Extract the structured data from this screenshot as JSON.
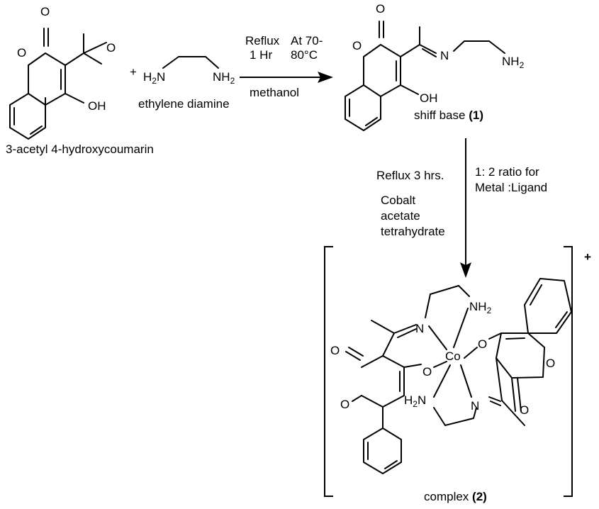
{
  "reactants": {
    "coumarin_name": "3-acetyl 4-hydroxycoumarin",
    "plus": "+",
    "diamine_name": "ethylene diamine"
  },
  "step1": {
    "condition_reflux": "Reflux",
    "condition_time": "1 Hr",
    "condition_temp_line1": "At 70-",
    "condition_temp_line2": "80°C",
    "solvent": "methanol"
  },
  "product1": {
    "name": "shiff base",
    "label": "(1)"
  },
  "step2": {
    "reflux": "Reflux 3 hrs.",
    "reagent_line1": "Cobalt",
    "reagent_line2": "acetate",
    "reagent_line3": "tetrahydrate",
    "ratio_line1": "1: 2 ratio for",
    "ratio_line2": "Metal :Ligand"
  },
  "product2": {
    "name": "complex",
    "label": "(2)",
    "charge": "+"
  },
  "atoms": {
    "O": "O",
    "OH": "OH",
    "N": "N",
    "NH2_base": "NH",
    "H2N_H": "H",
    "sub2": "2",
    "Co": "Co"
  }
}
